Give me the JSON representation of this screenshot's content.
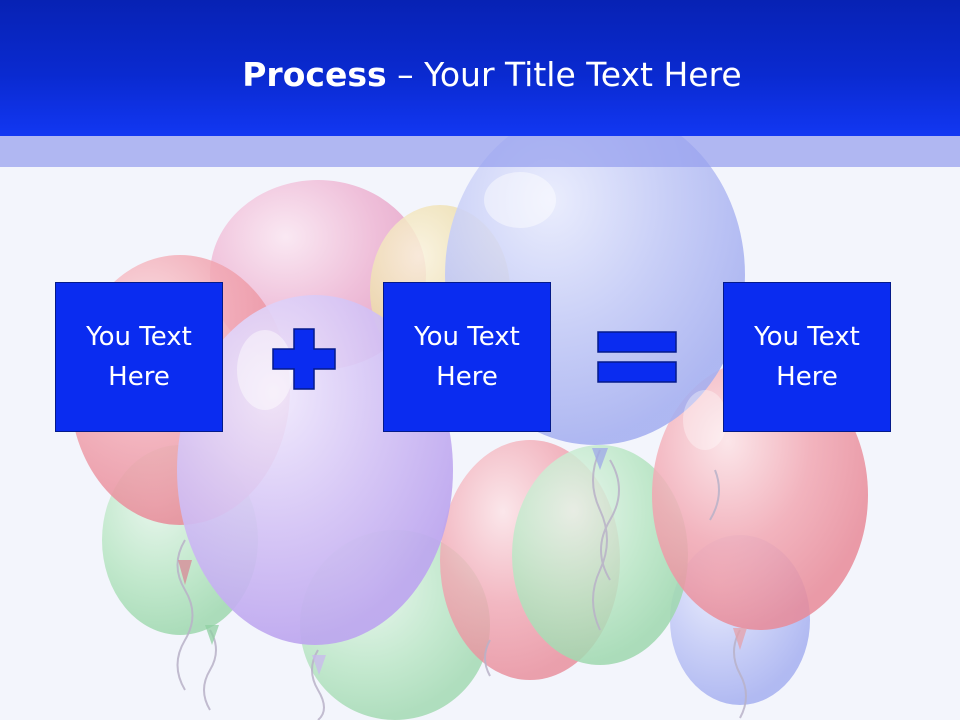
{
  "slide": {
    "title_bold": "Process",
    "title_rest": " – Your Title Text Here",
    "boxes": [
      {
        "text": "You Text\nHere"
      },
      {
        "text": "You Text\nHere"
      },
      {
        "text": "You Text\nHere"
      }
    ],
    "operators": [
      "plus-icon",
      "equals-icon"
    ],
    "colors": {
      "title_bar": "#0a2ad0",
      "box_fill": "#0a2cf0",
      "box_border": "#041a8a",
      "band": "#96a0ee",
      "background": "#f3f5fc"
    },
    "background_image": "balloons"
  }
}
